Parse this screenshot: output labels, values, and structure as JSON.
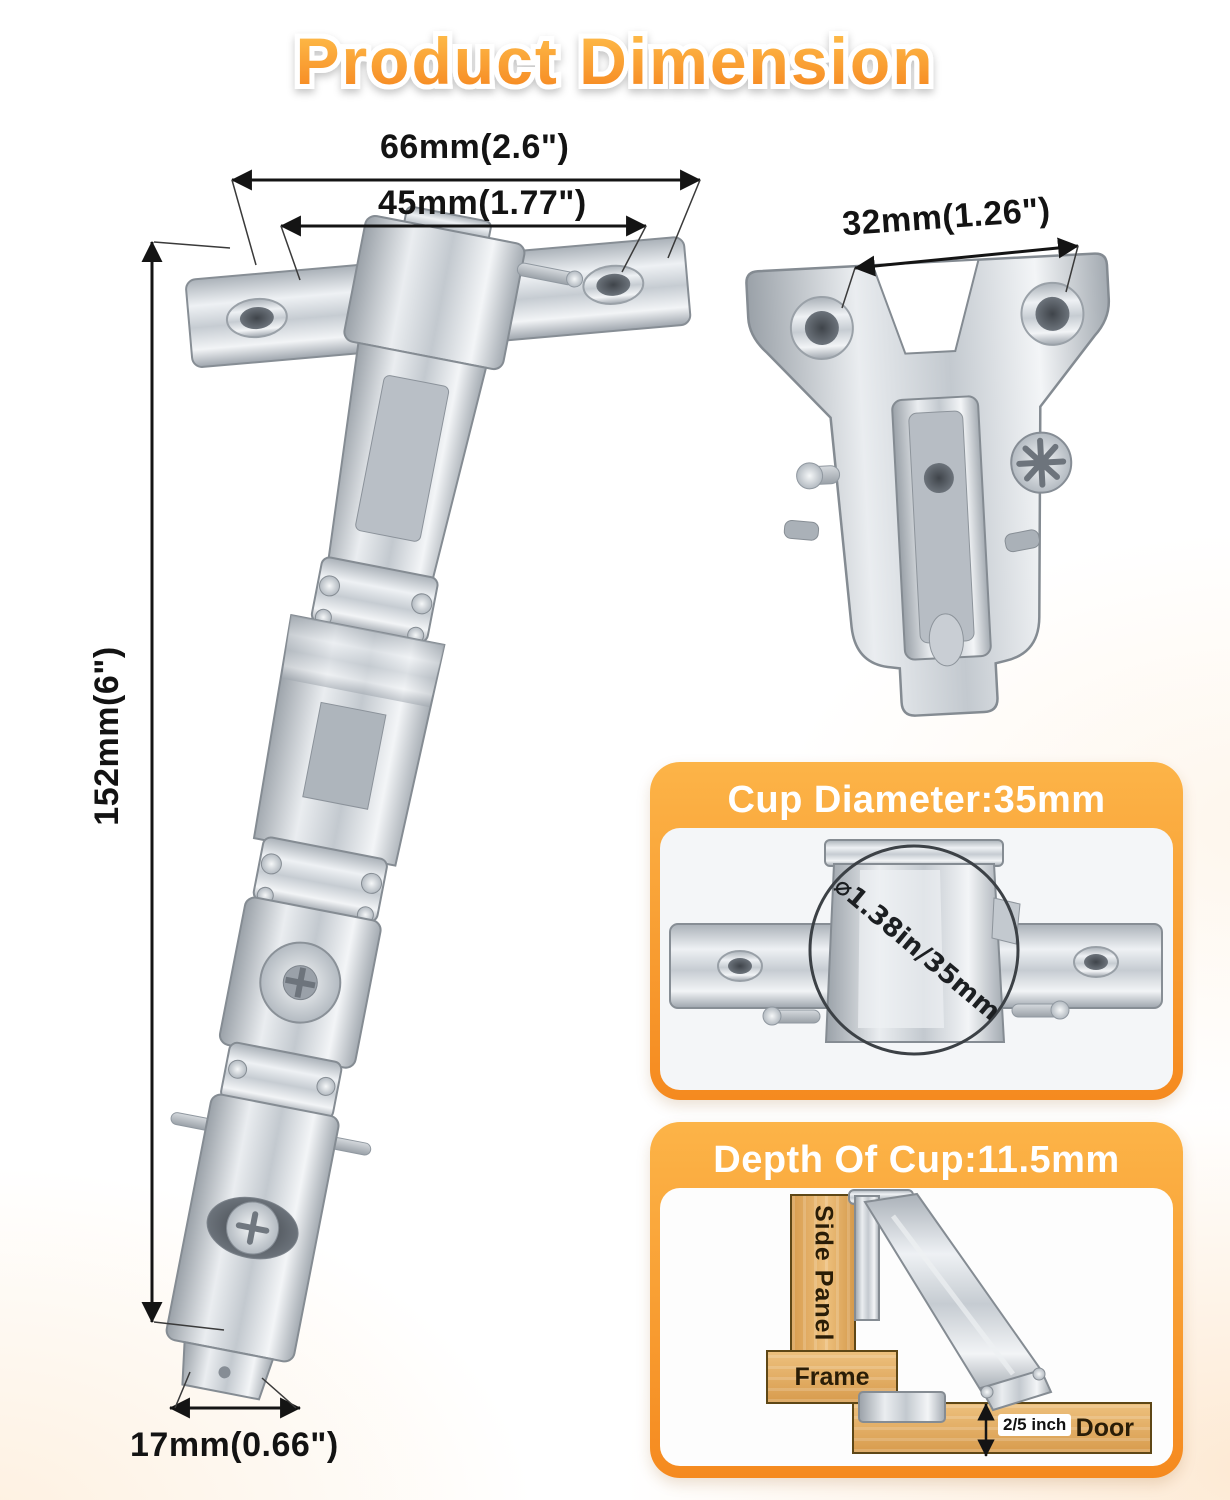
{
  "title": "Product Dimension",
  "figure": {
    "dim_top_width": "66mm(2.6\")",
    "dim_inner_width": "45mm(1.77\")",
    "dim_height": "152mm(6\")",
    "dim_bottom_width": "17mm(0.66\")",
    "dim_plate_width": "32mm(1.26\")"
  },
  "cup_card": {
    "title": "Cup Diameter:35mm",
    "annotation": "⌀1.38in/35mm"
  },
  "depth_card": {
    "title": "Depth Of Cup:11.5mm",
    "labels": {
      "side_panel": "Side Panel",
      "frame": "Frame",
      "door": "Door",
      "door_thickness": "2/5 inch"
    }
  },
  "colors": {
    "accent_orange_top": "#FCB448",
    "accent_orange_bottom": "#F58A1F",
    "dimension_text": "#131313",
    "wood": "#DFA963"
  }
}
